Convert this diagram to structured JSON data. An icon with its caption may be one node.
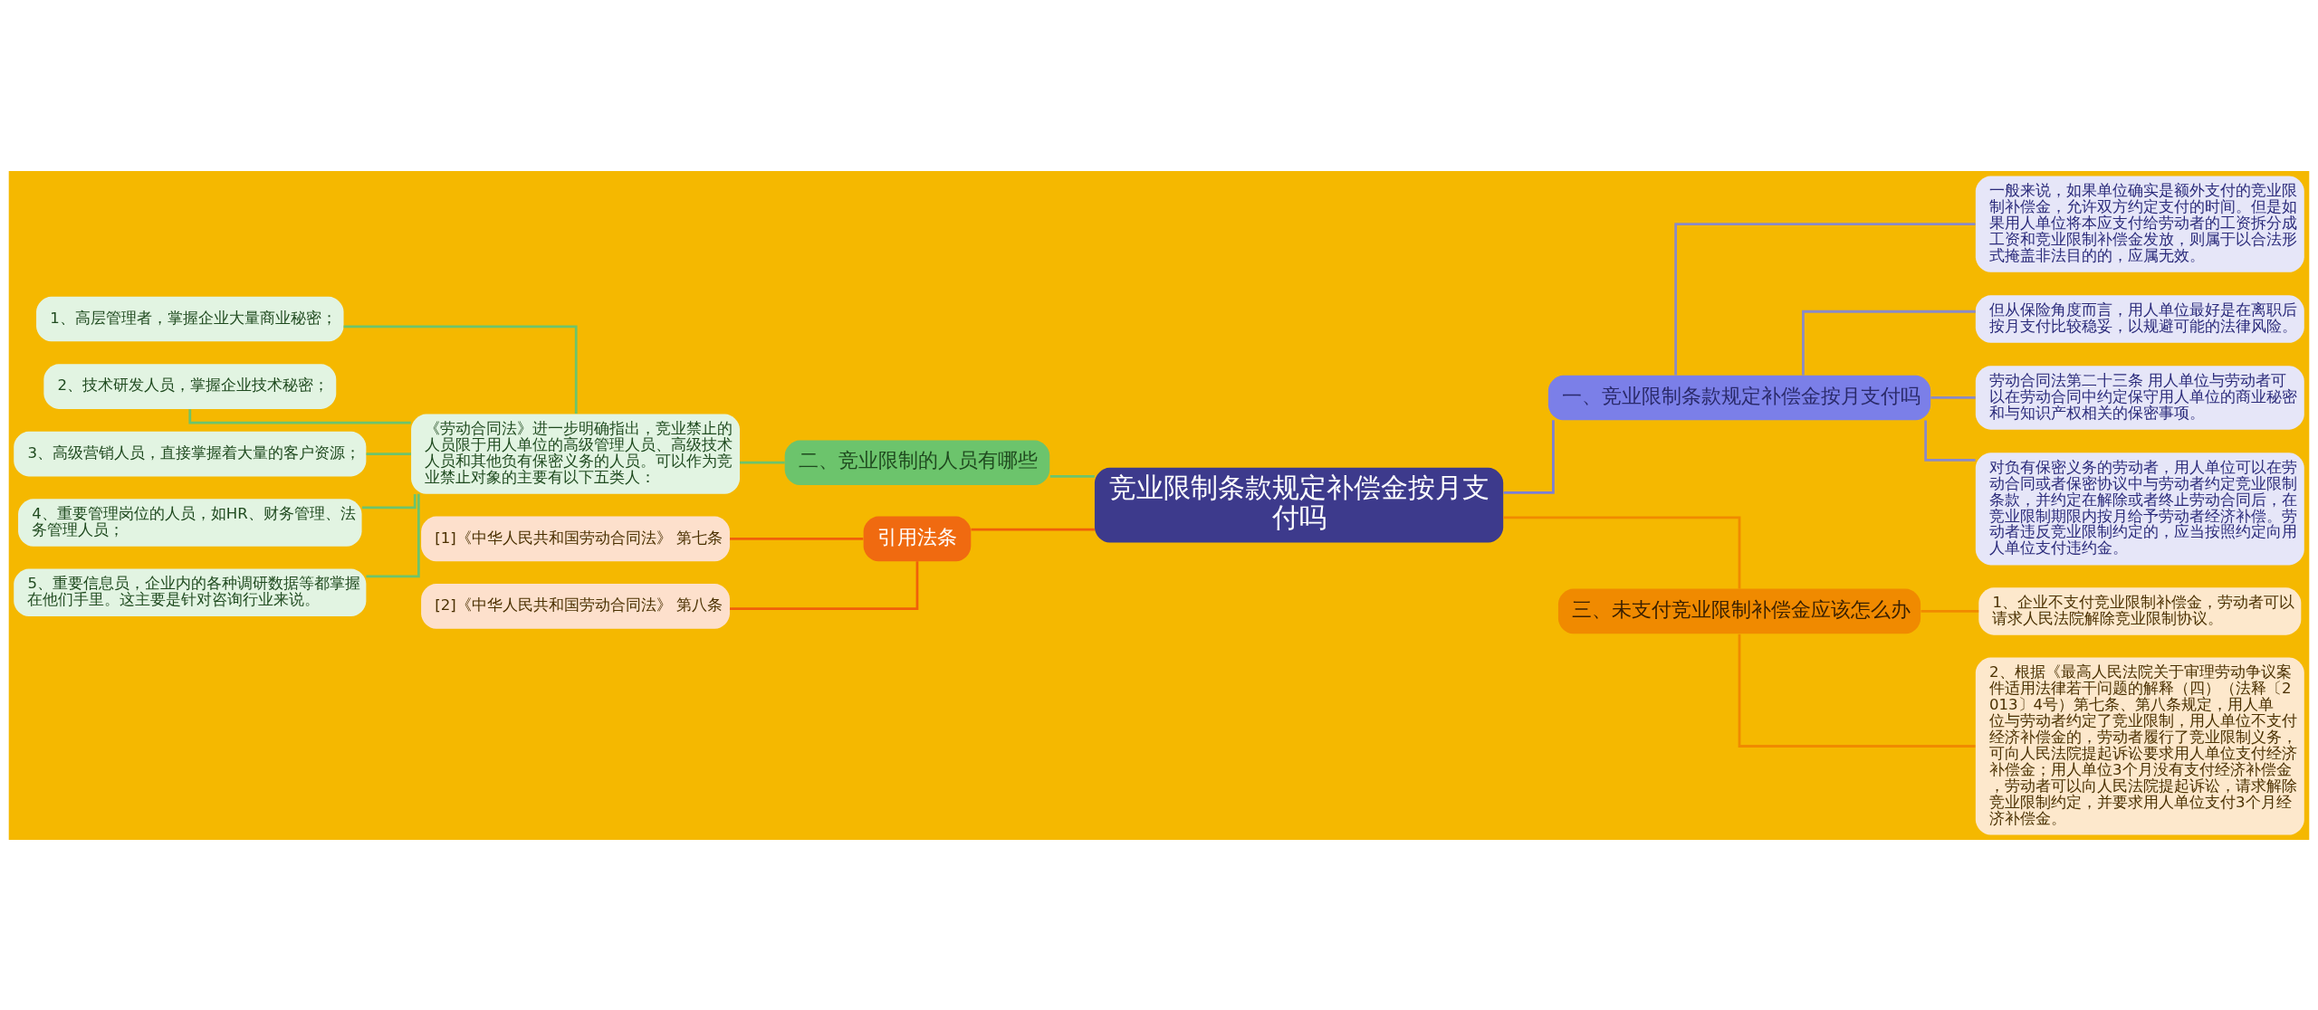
{
  "diagram": {
    "nodes": [
      {
        "text": [
          "竞业限制条款规定补偿金按月支付吗"
        ]
      },
      {
        "text": [
          "一、竞业限制条款规定补偿金按月支付吗"
        ]
      },
      {
        "text": [
          "一般来说，如果单位确实是额外支付的竞业限制补偿金，允许双方约定支付的时间。但是如果用人单位将本应支付给劳动者的工资拆分成工资和竞业限制补偿金发放，则属于以合法形式掩盖非法目的的，应属无效。"
        ]
      },
      {
        "text": [
          "但从保险角度而言，用人单位最好是在离职后按月支付比较稳妥，以规避可能的法律风险。"
        ]
      },
      {
        "text": [
          "劳动合同法第二十三条 用人单位与劳动者可以在劳动合同中约定保守用人单位的商业秘密和与知识产权相关的保密事项。"
        ]
      },
      {
        "text": [
          "对负有保密义务的劳动者，用人单位可以在劳动合同或者保密协议中与劳动者约定竞业限制条款，并约定在解除或者终止劳动合同后，在竞业限制期限内按月给予劳动者经济补偿。劳动者违反竞业限制约定的，应当按照约定向用人单位支付违约金。"
        ]
      },
      {
        "text": [
          "三、未支付竞业限制补偿金应该怎么办"
        ]
      },
      {
        "text": [
          "1、企业不支付竞业限制补偿金，劳动者可以请求人民法院解除竞业限制协议。"
        ]
      },
      {
        "text": [
          "2、根据《最高人民法院关于审理劳动争议案件适用法律若干问题的解释（四）（法释〔2013〕4号）第七条、第八条规定，用人单位与劳动者约定了竞业限制，用人单位不支付经济补偿金的，劳动者履行了竞业限制义务，可向人民法院提起诉讼要求用人单位支付经济补偿金；用人单位3个月没有支付经济补偿金，劳动者可以向人民法院提起诉讼，请求解除竞业限制约定，并要求用人单位支付3个月经济补偿金。"
        ]
      },
      {
        "text": [
          "二、竞业限制的人员有哪些"
        ]
      },
      {
        "text": [
          "《劳动合同法》进一步明确指出，竞业禁止的人员限于用人单位的高级管理人员、高级技术人员和其他负有保密义务的人员。可以作为竞业禁止对象的主要有以下五类人："
        ]
      },
      {
        "text": [
          "1、高层管理者，掌握企业大量商业秘密；"
        ]
      },
      {
        "text": [
          "2、技术研发人员，掌握企业技术秘密；"
        ]
      },
      {
        "text": [
          "3、高级营销人员，直接掌握着大量的客户资源；"
        ]
      },
      {
        "text": [
          "4、重要管理岗位的人员，如HR、财务管理、法务管理人员；"
        ]
      },
      {
        "text": [
          "5、重要信息员，企业内的各种调研数据等都掌握在他们手里。这主要是针对咨询行业来说。"
        ]
      },
      {
        "text": [
          "引用法条"
        ]
      },
      {
        "text": [
          "[1]《中华人民共和国劳动合同法》 第七条"
        ]
      },
      {
        "text": [
          "[2]《中华人民共和国劳动合同法》 第八条"
        ]
      }
    ],
    "edges": [
      {
        "from": 0,
        "to": 1,
        "arrow": "none",
        "color": "#7b7fd8"
      },
      {
        "from": 1,
        "to": 2,
        "arrow": "none",
        "color": "#8a8ac8"
      },
      {
        "from": 1,
        "to": 3,
        "arrow": "none",
        "color": "#8a8ac8"
      },
      {
        "from": 1,
        "to": 4,
        "arrow": "none",
        "color": "#8a8ac8"
      },
      {
        "from": 1,
        "to": 5,
        "arrow": "none",
        "color": "#8a8ac8"
      },
      {
        "from": 0,
        "to": 6,
        "arrow": "none",
        "color": "#f08a00"
      },
      {
        "from": 6,
        "to": 7,
        "arrow": "none",
        "color": "#f08a00"
      },
      {
        "from": 6,
        "to": 8,
        "arrow": "none",
        "color": "#f08a00"
      },
      {
        "from": 0,
        "to": 9,
        "arrow": "none"
      },
      {
        "from": 9,
        "to": 10,
        "arrow": "none"
      },
      {
        "from": 10,
        "to": 11,
        "arrow": "none"
      },
      {
        "from": 10,
        "to": 12,
        "arrow": "none"
      },
      {
        "from": 10,
        "to": 13,
        "arrow": "none"
      },
      {
        "from": 10,
        "to": 14,
        "arrow": "none"
      },
      {
        "from": 10,
        "to": 15,
        "arrow": "none"
      },
      {
        "from": 0,
        "to": 16,
        "arrow": "none",
        "color": "#f0600a"
      },
      {
        "from": 16,
        "to": 17,
        "arrow": "none",
        "color": "#f0600a"
      },
      {
        "from": 16,
        "to": 18,
        "arrow": "none",
        "color": "#f0600a"
      }
    ]
  }
}
